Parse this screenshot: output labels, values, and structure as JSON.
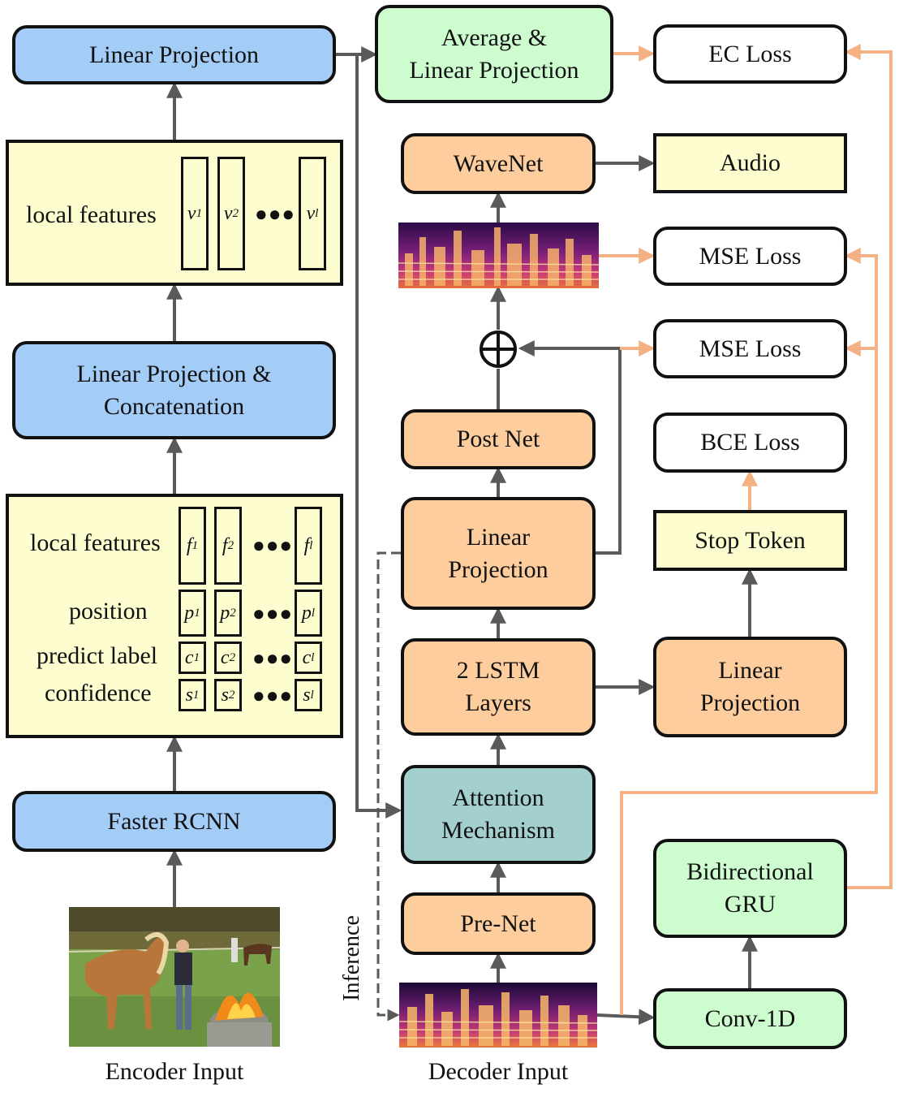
{
  "encoder": {
    "linear_projection_top": "Linear Projection",
    "local_features_v": {
      "label": "local features",
      "cells": [
        {
          "base": "v",
          "sub": "1"
        },
        {
          "base": "v",
          "sub": "2"
        },
        {
          "base": "v",
          "sub": "l"
        }
      ],
      "ellipsis": "●●●"
    },
    "linear_concat": [
      "Linear Projection &",
      "Concatenation"
    ],
    "feature_table": {
      "rows": [
        {
          "label": "local features",
          "cells": [
            {
              "base": "f",
              "sub": "1"
            },
            {
              "base": "f",
              "sub": "2"
            },
            {
              "base": "f",
              "sub": "l"
            }
          ]
        },
        {
          "label": "position",
          "cells": [
            {
              "base": "p",
              "sub": "1"
            },
            {
              "base": "p",
              "sub": "2"
            },
            {
              "base": "p",
              "sub": "l"
            }
          ]
        },
        {
          "label": "predict label",
          "cells": [
            {
              "base": "c",
              "sub": "1"
            },
            {
              "base": "c",
              "sub": "2"
            },
            {
              "base": "c",
              "sub": "l"
            }
          ]
        },
        {
          "label": "confidence",
          "cells": [
            {
              "base": "s",
              "sub": "1"
            },
            {
              "base": "s",
              "sub": "2"
            },
            {
              "base": "s",
              "sub": "l"
            }
          ]
        }
      ],
      "ellipsis": "●●●"
    },
    "faster_rcnn": "Faster RCNN",
    "caption": "Encoder Input"
  },
  "decoder": {
    "average_linear": [
      "Average &",
      "Linear Projection"
    ],
    "wavenet": "WaveNet",
    "add_symbol": "⊕",
    "post_net": "Post Net",
    "linear_projection": [
      "Linear",
      "Projection"
    ],
    "lstm": [
      "2 LSTM",
      "Layers"
    ],
    "attention": [
      "Attention",
      "Mechanism"
    ],
    "prenet": "Pre-Net",
    "inference_label": "Inference",
    "caption": "Decoder Input"
  },
  "right": {
    "ec_loss": "EC Loss",
    "audio": "Audio",
    "mse_loss_1": "MSE Loss",
    "mse_loss_2": "MSE Loss",
    "bce_loss": "BCE Loss",
    "stop_token": "Stop Token",
    "linear_projection": [
      "Linear",
      "Projection"
    ],
    "bigru": [
      "Bidirectional",
      "GRU"
    ],
    "conv1d": "Conv-1D"
  },
  "colors": {
    "blue": "#a3cdf6",
    "green": "#cdfdcf",
    "yellow": "#fdfdcf",
    "orange": "#fdcd9e",
    "teal": "#a3cfcf",
    "arrow_gray": "#5a5a5a",
    "arrow_orange": "#f4b183"
  }
}
